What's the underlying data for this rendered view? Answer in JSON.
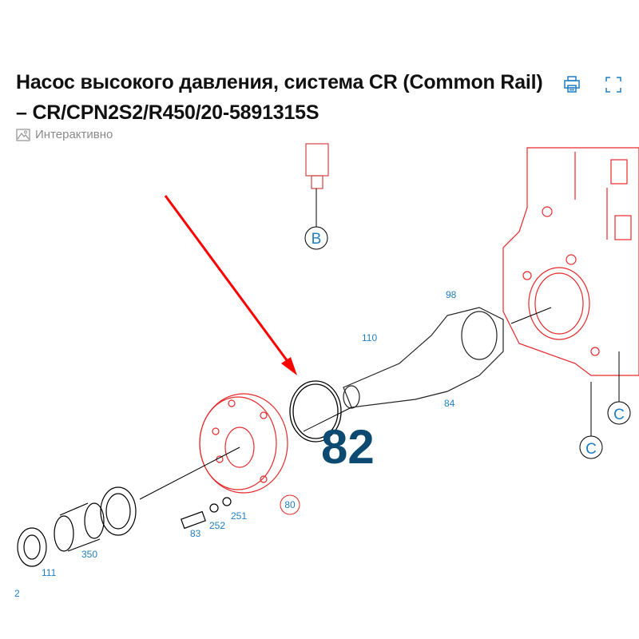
{
  "header": {
    "title": "Насос высокого давления, система CR (Common Rail) – CR/CPN2S2/R450/20-5891315S",
    "subtitle": "Интерактивно",
    "icons": [
      "image-icon",
      "print-icon",
      "fullscreen-icon"
    ]
  },
  "diagram": {
    "highlight_label": "82",
    "callouts": {
      "b": "B",
      "c1": "C",
      "c2": "C"
    },
    "parts": {
      "p98": "98",
      "p110": "110",
      "p84": "84",
      "p80": "80",
      "p251": "251",
      "p252": "252",
      "p83": "83",
      "p350": "350",
      "p111": "111",
      "p2": "2"
    },
    "colors": {
      "highlight": "#e8292b",
      "label": "#1f7fc2",
      "big_label": "#0c4a72",
      "arrow": "#ff0000"
    }
  }
}
